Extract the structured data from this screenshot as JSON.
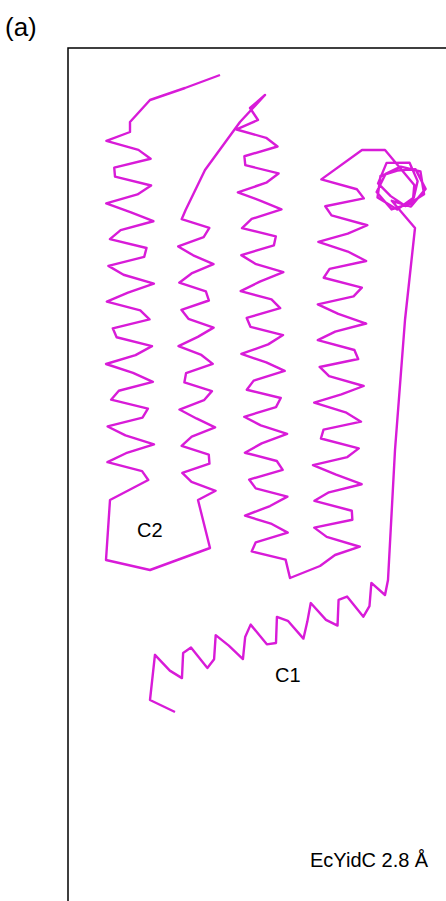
{
  "diagram": {
    "labels": [
      "(a)",
      "C2",
      "C1",
      "EcYidC 2.8 Å"
    ]
  }
}
